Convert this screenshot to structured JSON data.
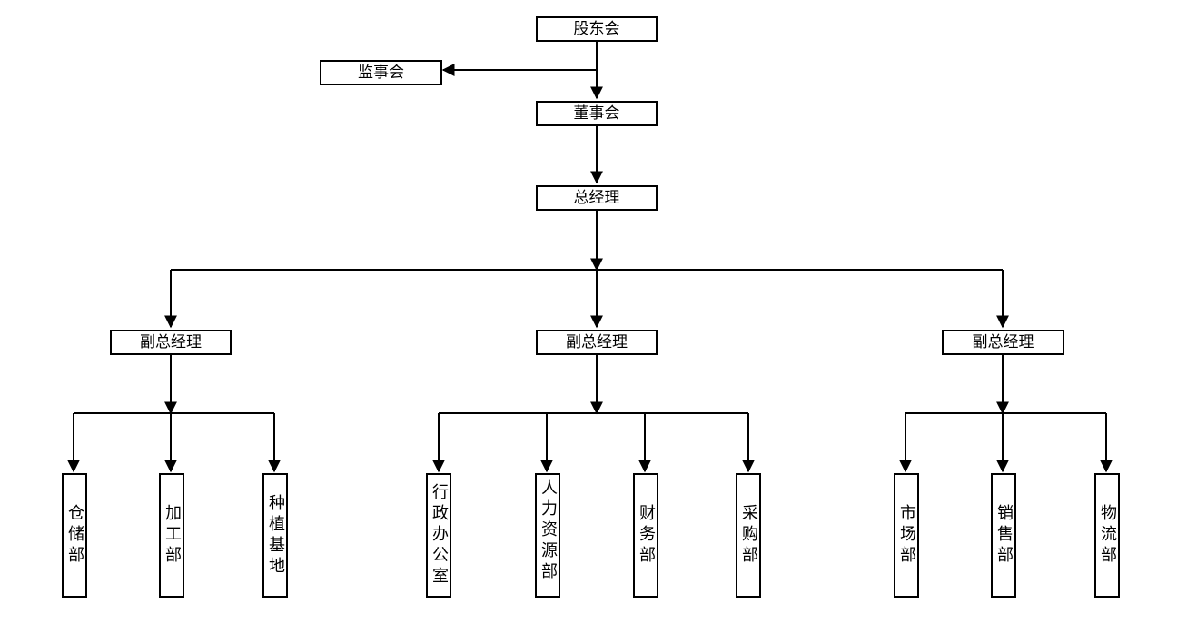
{
  "org": {
    "shareholders": "股东会",
    "supervisors": "监事会",
    "board": "董事会",
    "gm": "总经理",
    "vp_left": "副总经理",
    "vp_mid": "副总经理",
    "vp_right": "副总经理",
    "departments": {
      "warehouse": "仓储部",
      "processing": "加工部",
      "planting_base": "种植基地",
      "admin_office": "行政办公室",
      "hr": "人力资源部",
      "finance": "财务部",
      "purchasing": "采购部",
      "marketing": "市场部",
      "sales": "销售部",
      "logistics": "物流部"
    }
  }
}
